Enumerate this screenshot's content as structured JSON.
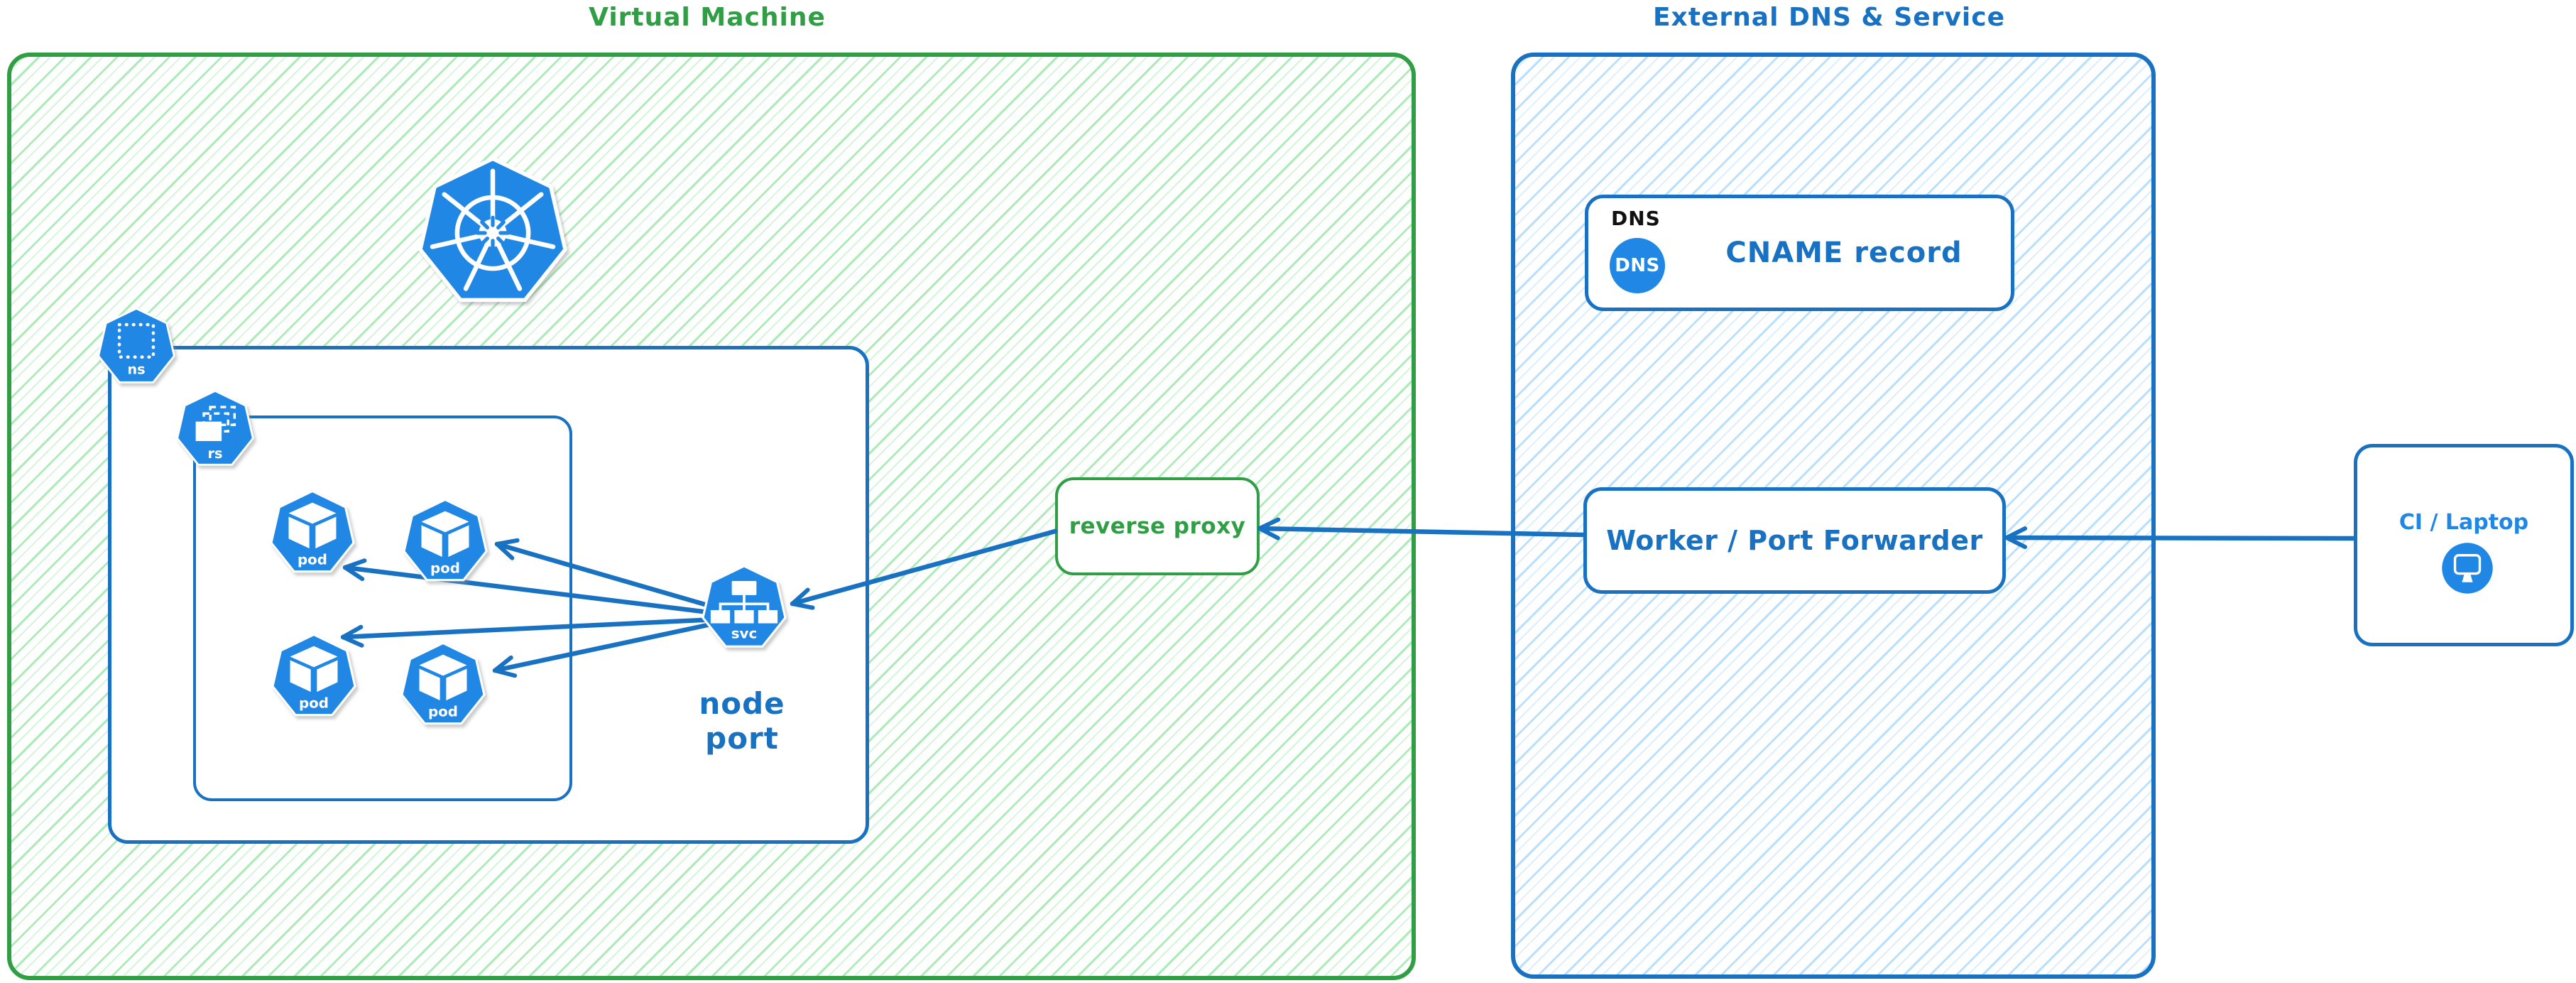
{
  "diagram": {
    "vm": {
      "title": "Virtual Machine",
      "namespace_badge": "ns",
      "replicaset_badge": "rs",
      "pods": [
        "pod",
        "pod",
        "pod",
        "pod"
      ],
      "service_badge": "svc",
      "node_port_label": "node port",
      "reverse_proxy_label": "reverse proxy"
    },
    "external": {
      "title": "External DNS & Service",
      "dns_card": {
        "heading": "DNS",
        "badge": "DNS",
        "record_label": "CNAME record"
      },
      "worker_label": "Worker / Port Forwarder"
    },
    "client": {
      "label": "CI / Laptop"
    }
  },
  "icons": {
    "kubernetes": "heptagon-helm-wheel",
    "namespace": "heptagon-dotted-square",
    "replicaset": "heptagon-stacked-rects",
    "pod": "heptagon-cube",
    "service": "heptagon-topology-tree",
    "dns_badge": "blue-circle-dns",
    "client_device": "blue-circle-monitor"
  },
  "colors": {
    "green_stroke": "#2f9e44",
    "green_hatch": "#69db7c",
    "blue_stroke": "#1971c2",
    "blue_hatch": "#74c0fc",
    "icon_blue": "#2088e4",
    "dns_heading": "#111111",
    "background": "#ffffff"
  }
}
